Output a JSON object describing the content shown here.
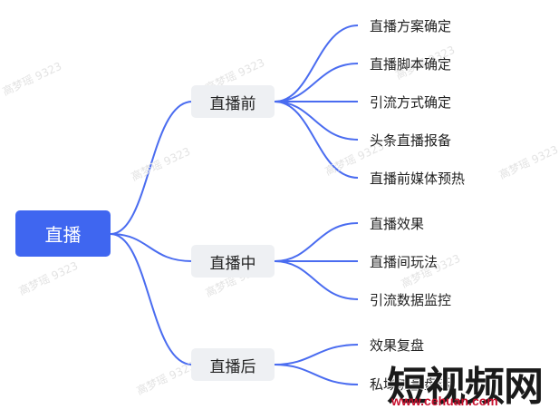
{
  "root": {
    "label": "直播"
  },
  "stages": [
    {
      "label": "直播前",
      "items": [
        "直播方案确定",
        "直播脚本确定",
        "引流方式确定",
        "头条直播报备",
        "直播前媒体预热"
      ]
    },
    {
      "label": "直播中",
      "items": [
        "直播效果",
        "直播间玩法",
        "引流数据监控"
      ]
    },
    {
      "label": "直播后",
      "items": [
        "效果复盘",
        "私域流量盘活"
      ]
    }
  ],
  "watermark": {
    "text": "高梦瑶 9323"
  },
  "logo": {
    "title": "短视频网",
    "url": "www.cehuan.com"
  },
  "colors": {
    "accent": "#3f66f0",
    "line": "#4a6cf0",
    "node_bg": "#eef0f3"
  }
}
